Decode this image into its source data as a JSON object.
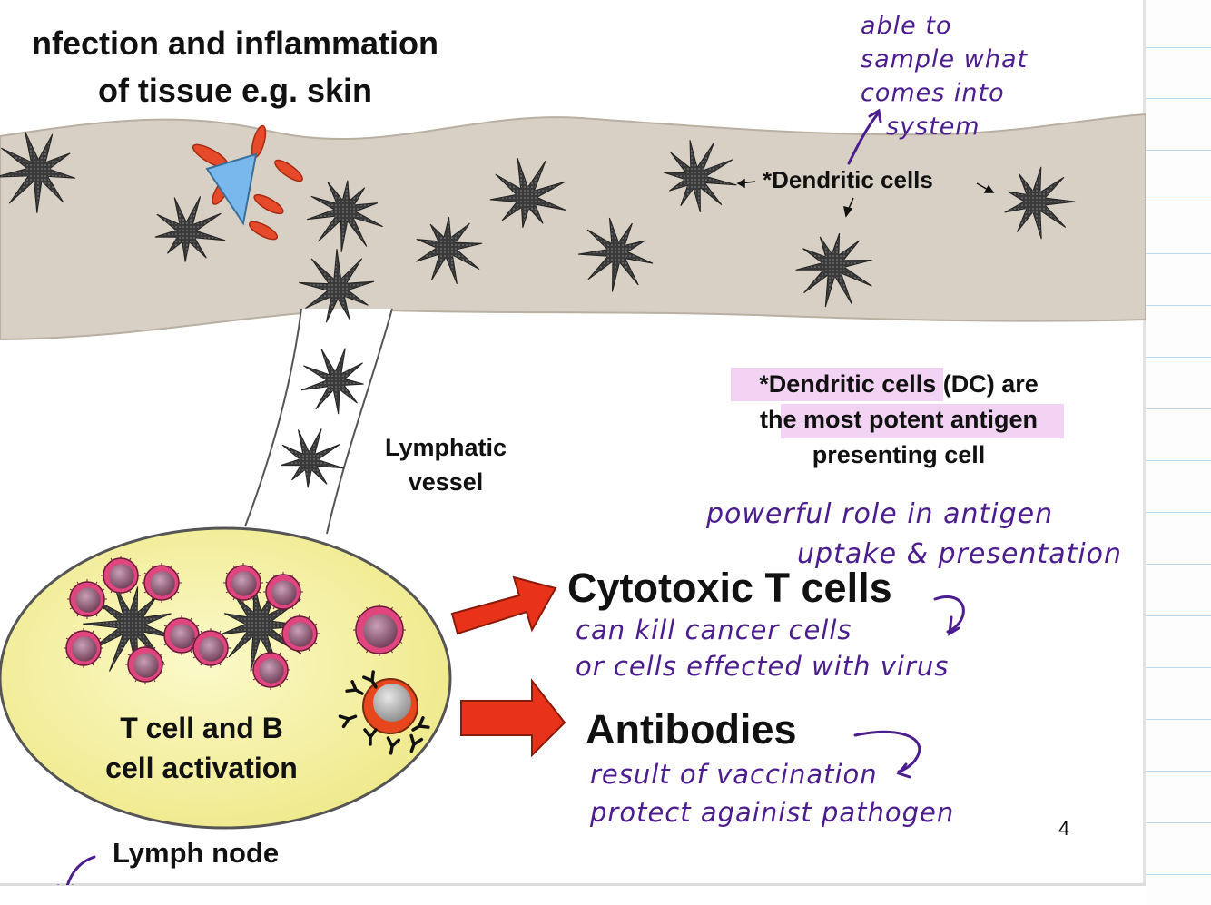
{
  "slide": {
    "title_line1": "nfection and inflammation",
    "title_line2": "of tissue e.g. skin",
    "dendritic_label": "*Dendritic cells",
    "lymphatic_line1": "Lymphatic",
    "lymphatic_line2": "vessel",
    "dc_note_line1": "*Dendritic cells (DC) are",
    "dc_note_line2": "the most potent antigen",
    "dc_note_line3": "presenting cell",
    "activation_line1": "T cell and B",
    "activation_line2": "cell activation",
    "lymph_node": "Lymph node",
    "cytotoxic": "Cytotoxic T cells",
    "antibodies": "Antibodies",
    "page_number": "4"
  },
  "annotations": {
    "sample_line1": "able to",
    "sample_line2": "sample what",
    "sample_line3": "comes into",
    "sample_line4": "system",
    "powerful_line1": "powerful role in  antigen",
    "powerful_line2": "uptake  &  presentation",
    "cyto_line1": "can  kill  cancer cells",
    "cyto_line2": "or cells  effected  with  virus",
    "anti_line1": "result of vaccination",
    "anti_line2": "protect  againist  pathogen"
  },
  "colors": {
    "skin": "#d8d0c4",
    "node": "#f6f3a8",
    "arrow": "#e8331a",
    "bacteria": "#e54a2a",
    "antigen": "#79b8ec",
    "highlight": "#f2d3f4",
    "ink": "#4b1d8f",
    "lymphocyte": "#e0457e"
  },
  "icons": [
    "dendritic-cell-icon",
    "lymphocyte-icon",
    "b-cell-icon",
    "antibody-icon",
    "antigen-icon",
    "bacteria-icon",
    "arrow-icon"
  ]
}
